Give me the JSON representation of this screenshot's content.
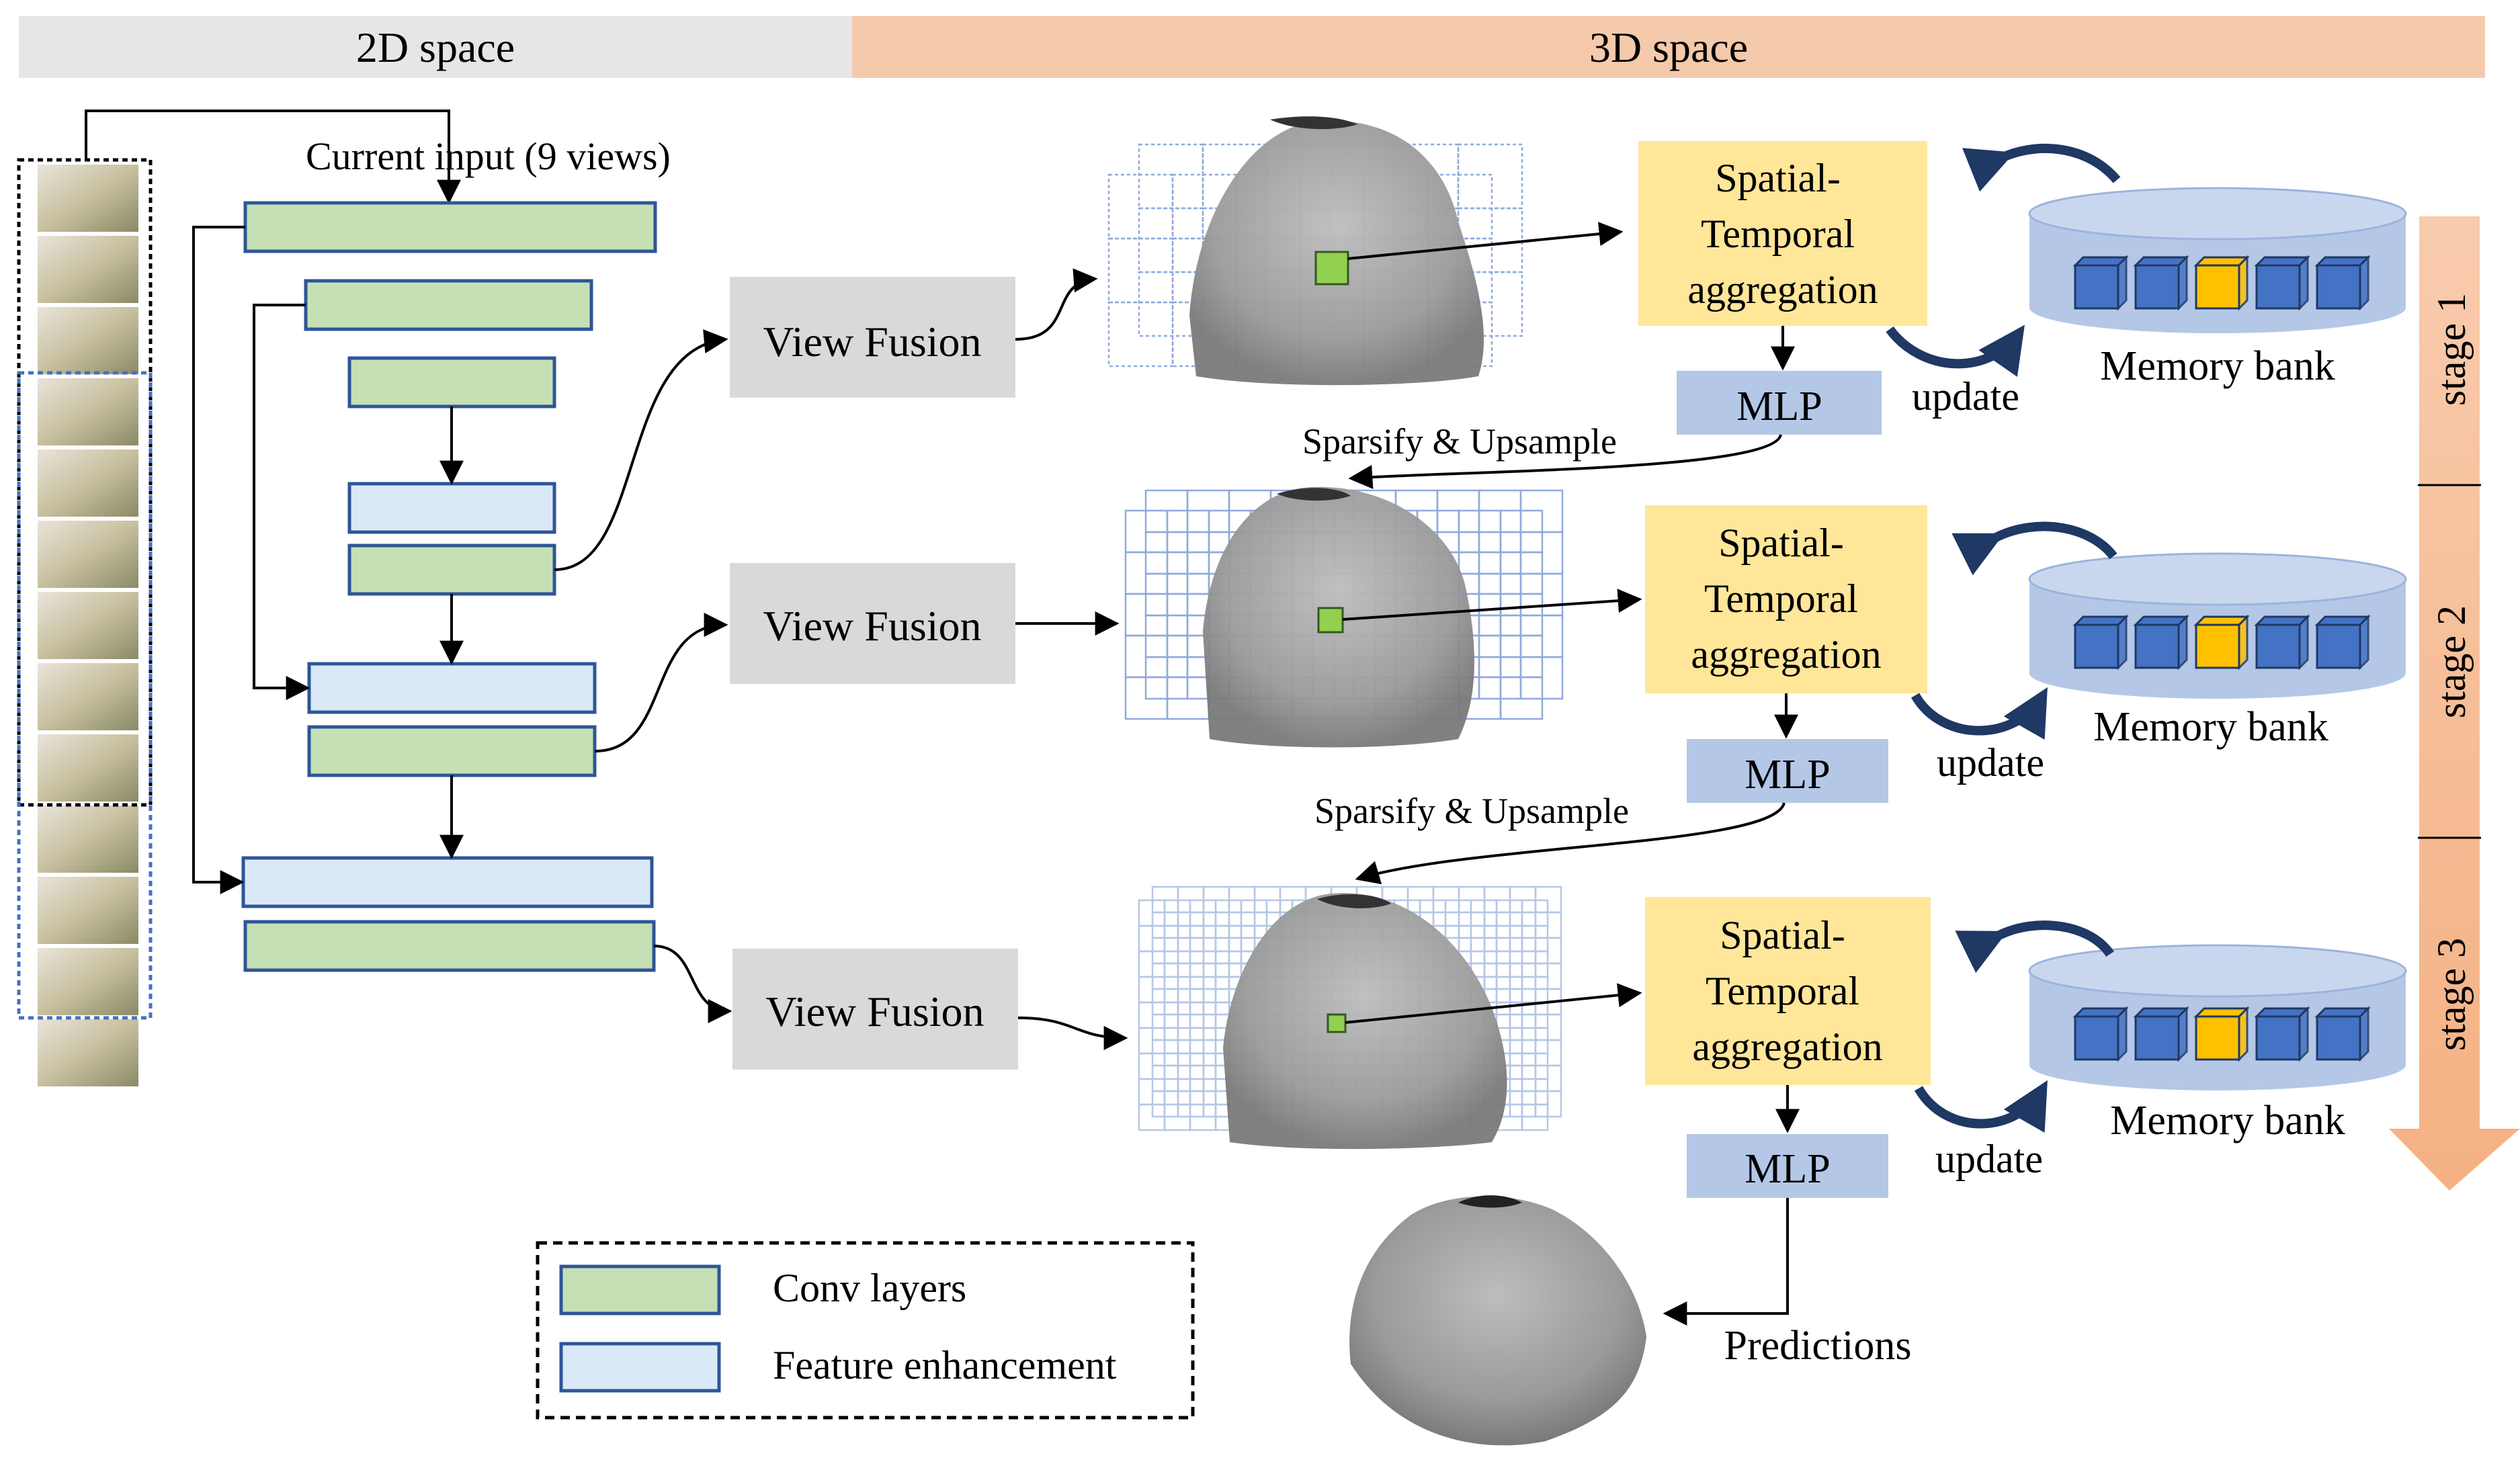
{
  "header": {
    "space_2d": "2D space",
    "space_3d": "3D space"
  },
  "input": {
    "label": "Current input (9 views)"
  },
  "view_fusion_label": "View Fusion",
  "stages": [
    {
      "label": "stage 1",
      "aggregation": [
        "Spatial-",
        "Temporal",
        "aggregation"
      ],
      "mlp": "MLP",
      "update": "update",
      "memory_bank": "Memory bank",
      "sparsify": "Sparsify & Upsample"
    },
    {
      "label": "stage 2",
      "aggregation": [
        "Spatial-",
        "Temporal",
        "aggregation"
      ],
      "mlp": "MLP",
      "update": "update",
      "memory_bank": "Memory bank",
      "sparsify": "Sparsify & Upsample"
    },
    {
      "label": "stage 3",
      "aggregation": [
        "Spatial-",
        "Temporal",
        "aggregation"
      ],
      "mlp": "MLP",
      "update": "update",
      "memory_bank": "Memory bank"
    }
  ],
  "predictions": "Predictions",
  "legend": {
    "conv": "Conv layers",
    "feature": "Feature enhancement"
  },
  "colors": {
    "header_2d": "#e6e6e6",
    "header_3d": "#f5c9ab",
    "conv_fill": "#c5e0b4",
    "feature_fill": "#dae9f7",
    "box_border": "#2f5597",
    "fusion_fill": "#d9d9d9",
    "aggregation_fill": "#ffe699",
    "mlp_fill": "#b4c7e7",
    "bank_fill": "#b4c7e7",
    "cube_blue": "#4472c4",
    "cube_orange": "#ffc000",
    "voxel_green": "#92d050",
    "arrow_band": "#f8cbad",
    "mesh_gray": "#9a9a9a"
  }
}
